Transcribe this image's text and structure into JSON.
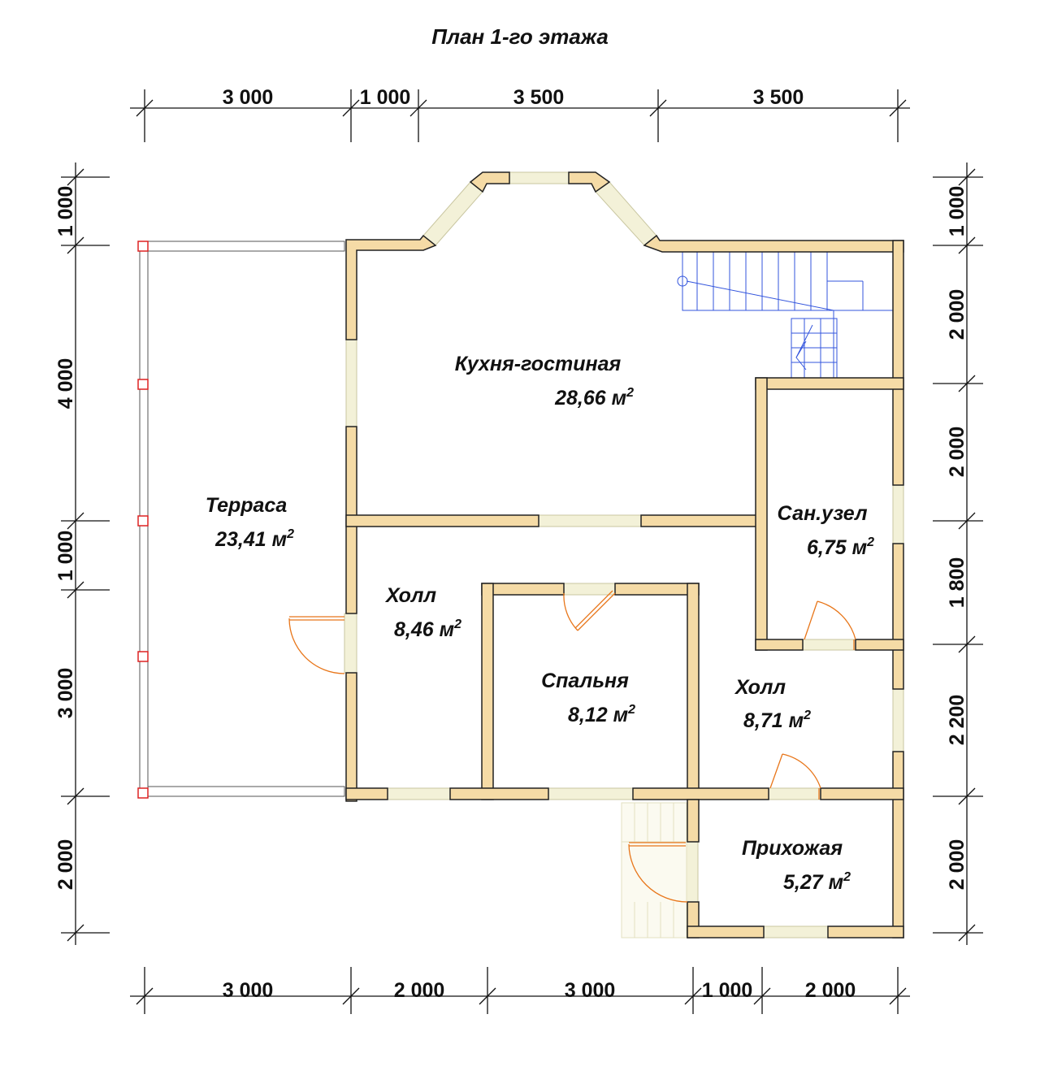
{
  "title": "План 1-го этажа",
  "dimensions": {
    "top": [
      "3 000",
      "1 000",
      "3 500",
      "3 500"
    ],
    "bottom": [
      "3 000",
      "2 000",
      "3 000",
      "1 000",
      "2 000"
    ],
    "left": [
      "1 000",
      "4 000",
      "1 000",
      "3 000",
      "2 000"
    ],
    "right": [
      "1 000",
      "2 000",
      "2 000",
      "1 800",
      "2 200",
      "2 000"
    ]
  },
  "area_unit": "м",
  "area_unit_power": "2",
  "rooms": [
    {
      "name": "Кухня-гостиная",
      "area": "28,66"
    },
    {
      "name": "Терраса",
      "area": "23,41"
    },
    {
      "name": "Сан.узел",
      "area": "6,75"
    },
    {
      "name": "Холл",
      "area": "8,46"
    },
    {
      "name": "Спальня",
      "area": "8,12"
    },
    {
      "name": "Холл",
      "area": "8,71"
    },
    {
      "name": "Прихожая",
      "area": "5,27"
    }
  ],
  "colors": {
    "wall_fill": "#f5dba6",
    "wall_stroke": "#222222",
    "opening_fill": "#f3f1d8",
    "door_line": "#e8761a",
    "stair_line": "#3355dd",
    "post_line": "#dd2222",
    "dim_line": "#111111"
  }
}
